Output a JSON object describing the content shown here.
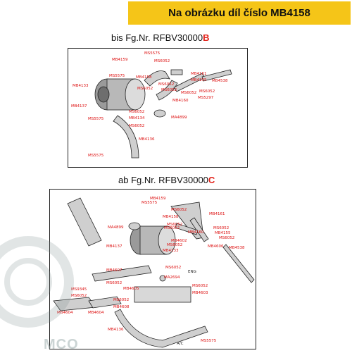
{
  "banner": {
    "text": "Na obrázku díl číslo MB4158"
  },
  "panel_top": {
    "heading_prefix": "bis Fg.Nr. RFBV30000",
    "heading_suffix": "B",
    "labels": {
      "ms5575_a": "MS5575",
      "mb4159": "MB4159",
      "ms6052_a": "MS6052",
      "mb4161": "MB4161",
      "ms5575_b": "MS5575",
      "mb4158": "MB4158",
      "ms6052_b": "MS6052",
      "mb4155": "MB4155",
      "mb4538": "MB4538",
      "ms6052_c": "MS6052",
      "ms6052_d": "MS6052",
      "mb4133": "MB4133",
      "ms6052_e": "MS6052",
      "ms6052_f": "MS6052",
      "ms5297": "MS5297",
      "mb4160": "MB4160",
      "mb4137": "MB4137",
      "ms6052_g": "MS6052",
      "mb4134": "MB4134",
      "ma4899": "MA4899",
      "ms5575_c": "MS5575",
      "ms6052_h": "MS6052",
      "mb4136": "MB4136",
      "ms5575_d": "MS5575"
    }
  },
  "panel_bottom": {
    "heading_prefix": "ab Fg.Nr. RFBV30000",
    "heading_suffix": "C",
    "labels": {
      "mb4159": "MB4159",
      "ms5575": "MS5575",
      "ms6052_a": "MS6052",
      "mb4161": "MB4161",
      "mb4158": "MB4158",
      "ms6052_b": "MS6052",
      "ma4899": "MA4899",
      "ms6052_c": "MS6052",
      "ms6052_d": "MS6052",
      "mb4155": "MB4155",
      "mb4160": "MB4160",
      "ms6052_e": "MS6052",
      "mb4602": "MB4602",
      "ms6052_f": "MS6052",
      "mb4137": "MB4137",
      "mb4133": "MB4133",
      "mb4606": "MB4606",
      "mb4538": "MB4538",
      "ms6052_g": "MS6052",
      "mb4607": "MB4607",
      "eng": "ENG",
      "ma2694": "MA2694",
      "ms6052_h": "MS6052",
      "ms9345": "MS9345",
      "mb4605": "MB4605",
      "ms6052_i": "MS6052",
      "mb4603": "MB4603",
      "ms6052_j": "MS6052",
      "mb4604": "MB4604",
      "mb4604_b": "MB4604",
      "mb4608": "MB4608",
      "ms6052_k": "MS6052",
      "mb4136": "MB4136",
      "ac": "A/C",
      "ms5575_b": "MS5575"
    }
  },
  "watermark": {
    "text": "MCO"
  },
  "colors": {
    "banner": "#f5c518",
    "label": "#dd1111",
    "suffix": "#e3231b"
  }
}
